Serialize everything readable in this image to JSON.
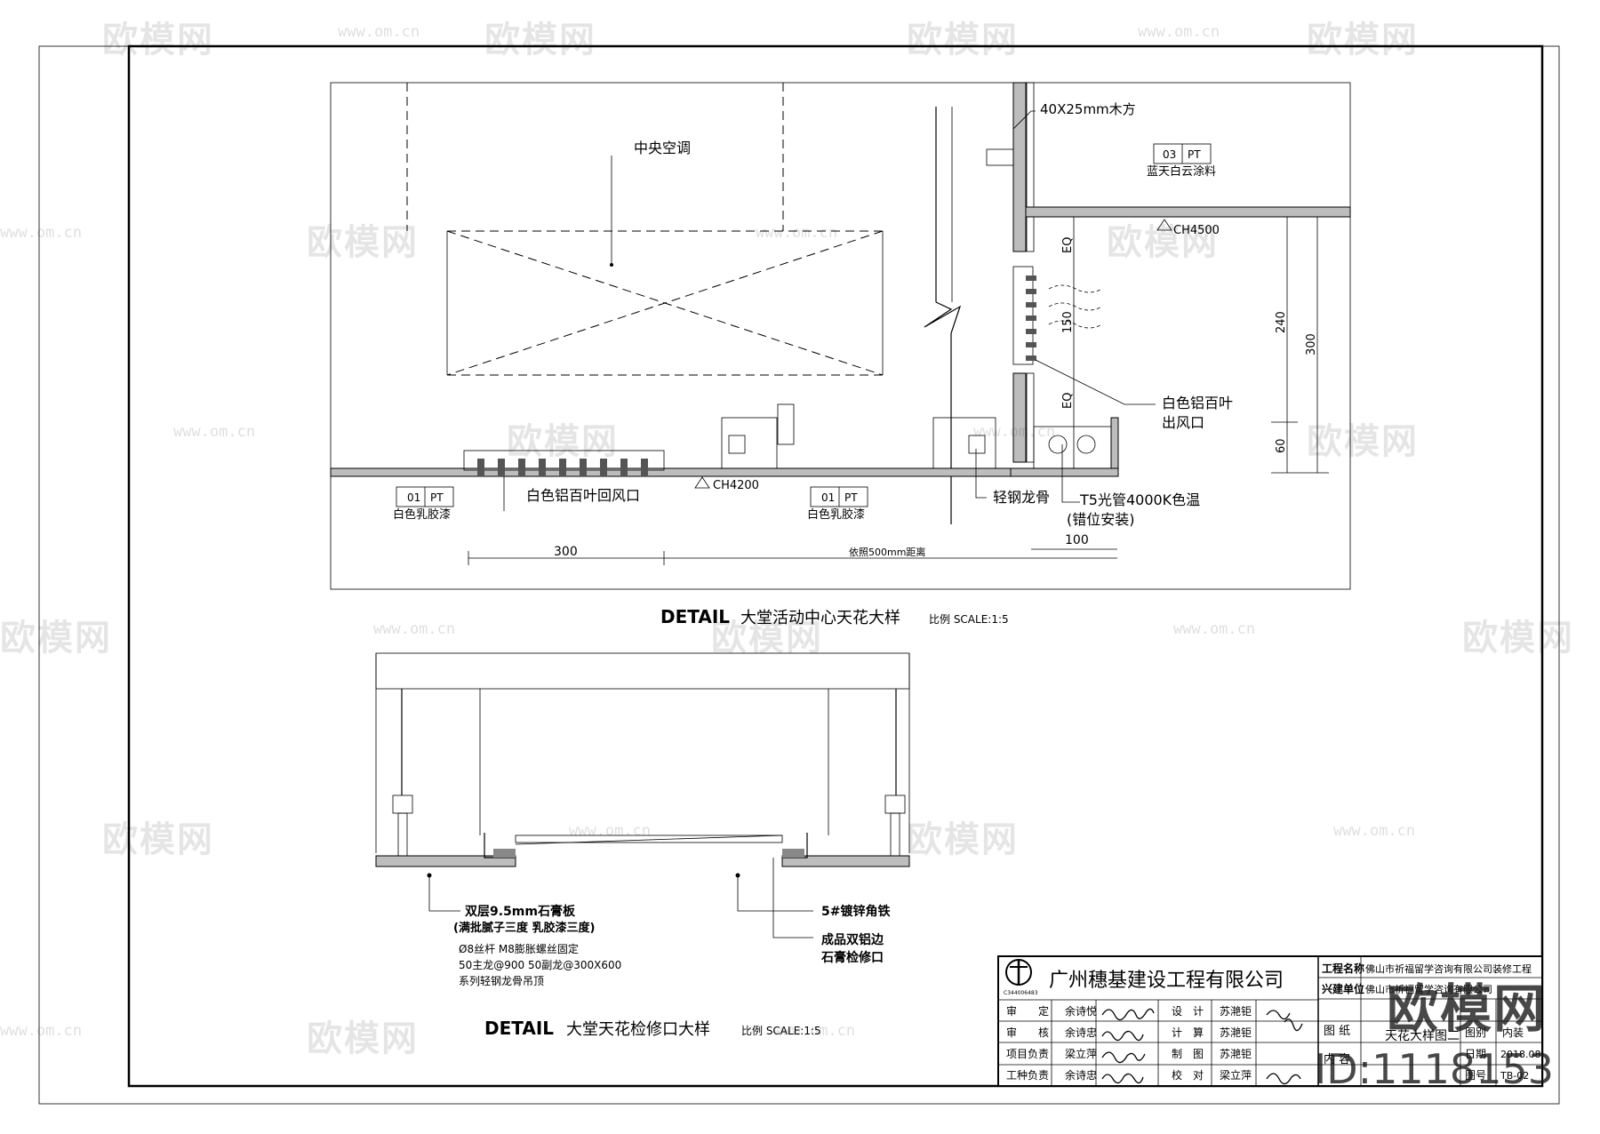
{
  "detail1": {
    "prefix": "DETAIL",
    "title": "大堂活动中心天花大样",
    "scale": "比例 SCALE:1:5",
    "labels": {
      "ac": "中央空调",
      "wood": "40X25mm木方",
      "paint_code": "03",
      "paint_pt": "PT",
      "paint_name": "蓝天白云涂料",
      "ch4500": "CH4500",
      "ch4200": "CH4200",
      "eq1": "EQ",
      "eq2": "EQ",
      "dim150": "150",
      "dim240": "240",
      "dim300v": "300",
      "dim60": "60",
      "supply": "白色铝百叶",
      "supply2": "出风口",
      "keel": "轻钢龙骨",
      "t5a": "T5光管4000K色温",
      "t5b": "(错位安装)",
      "return_vent": "白色铝百叶回风口",
      "tag1_code": "01",
      "tag1_pt": "PT",
      "tag1_name": "白色乳胶漆",
      "tag2_code": "01",
      "tag2_pt": "PT",
      "tag2_name": "白色乳胶漆",
      "dim300h": "300",
      "dim_spacing": "依照500mm距离",
      "dim100": "100"
    }
  },
  "detail2": {
    "prefix": "DETAIL",
    "title": "大堂天花检修口大样",
    "scale": "比例 SCALE:1:5",
    "labels": {
      "gypsum1": "双层9.5mm石膏板",
      "gypsum2": "(满批腻子三度 乳胶漆三度)",
      "rod1": "Ø8丝杆 M8膨胀螺丝固定",
      "rod2": "50主龙@900  50副龙@300X600",
      "rod3": "系列轻钢龙骨吊顶",
      "angle": "5#镀锌角铁",
      "panel1": "成品双铝边",
      "panel2": "石膏检修口"
    }
  },
  "title_block": {
    "company": "广州穗基建设工程有限公司",
    "logo_code": "C344006483",
    "rows": [
      {
        "k1": "审　　定",
        "v1": "余诗悦",
        "k2": "设　计",
        "v2": "苏滟钜"
      },
      {
        "k1": "审　　核",
        "v1": "余诗忠",
        "k2": "计　算",
        "v2": "苏滟钜"
      },
      {
        "k1": "项目负责",
        "v1": "梁立萍",
        "k2": "制　图",
        "v2": "苏滟钜"
      },
      {
        "k1": "工种负责",
        "v1": "余诗忠",
        "k2": "校　对",
        "v2": "梁立萍"
      }
    ],
    "project_label": "工程名称",
    "project_value": "佛山市祈福留学咨询有限公司装修工程",
    "client_label": "兴建单位",
    "client_value": "佛山市祈福留学咨询有限公司",
    "drawing_label": "图 纸",
    "content_label": "内 容",
    "drawing_name": "天花大样图二",
    "category_label": "图别",
    "category_value": "内装",
    "date_label": "日期",
    "date_value": "2018.08",
    "number_label": "图号",
    "number_value": "TB-02"
  },
  "watermarks": {
    "logo": "欧模网",
    "site": "www.om.cn",
    "brand": "欧模网",
    "id": "ID:1118153"
  }
}
